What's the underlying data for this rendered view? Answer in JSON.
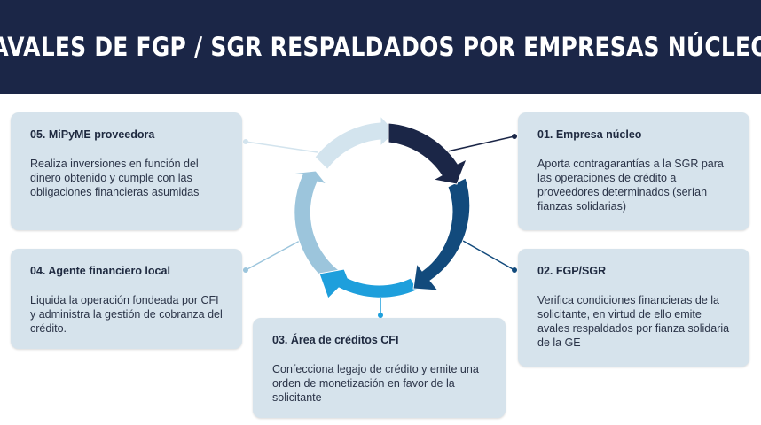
{
  "header": {
    "title": "AVALES DE FGP / SGR RESPALDADOS POR EMPRESAS NÚCLEO"
  },
  "colors": {
    "header_bg": "#1b2647",
    "card_bg": "#d6e3ec",
    "segment_1": "#1b2647",
    "segment_2": "#124a7c",
    "segment_3": "#1e9fdc",
    "segment_4": "#9cc5dc",
    "segment_5": "#d3e4ee"
  },
  "steps": [
    {
      "title": "01. Empresa núcleo",
      "text": "Aporta contragarantías a la SGR para las operaciones de crédito a proveedores determinados (serían fianzas solidarias)"
    },
    {
      "title": "02. FGP/SGR",
      "text": "Verifica condiciones financieras de la solicitante, en virtud de ello emite avales respaldados por fianza solidaria de la GE"
    },
    {
      "title": "03. Área de créditos CFI",
      "text": "Confecciona legajo de crédito y emite una orden de monetización en favor de la solicitante"
    },
    {
      "title": "04. Agente financiero local",
      "text": "Liquida la operación fondeada por CFI y administra la gestión de cobranza del crédito."
    },
    {
      "title": "05. MiPyME proveedora",
      "text": "Realiza inversiones en función del dinero obtenido y cumple con las obligaciones financieras asumidas"
    }
  ]
}
